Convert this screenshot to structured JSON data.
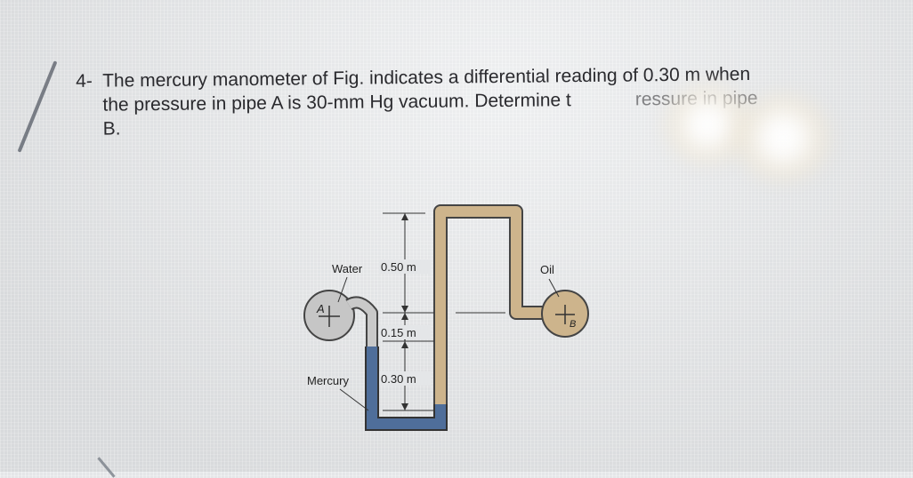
{
  "problem": {
    "number": "4-",
    "line1": "The mercury manometer of Fig. indicates a differential reading of 0.30 m when",
    "line2": "the pressure in pipe A is 30-mm Hg vacuum. Determine t",
    "line2_obscured": "ressure in pipe",
    "line3": "B."
  },
  "figure": {
    "labels": {
      "water": "Water",
      "oil": "Oil",
      "mercury": "Mercury",
      "dim_050": "0.50 m",
      "dim_015": "0.15 m",
      "dim_030": "0.30 m",
      "pipe_a": "A",
      "pipe_b": "B"
    },
    "colors": {
      "water": "#c9c9c9",
      "oil": "#cdb48c",
      "mercury": "#4f6e9a",
      "pipe": "#8d9399"
    }
  }
}
